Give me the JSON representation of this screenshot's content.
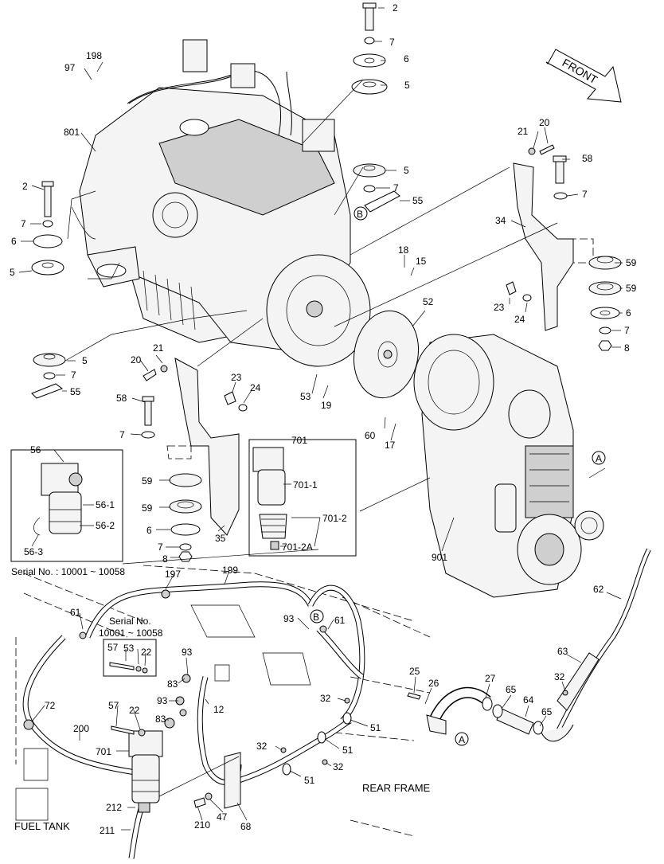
{
  "direction_label": "FRONT",
  "engine_callouts": {
    "c2_top": "2",
    "c7_top": "7",
    "c6_top": "6",
    "c5_top": "5",
    "c198": "198",
    "c97": "97",
    "c801": "801",
    "c2_left": "2",
    "c7_left": "7",
    "c6_left": "6",
    "c5_left": "5",
    "c5_right": "5",
    "c7_right": "7",
    "c55_right": "55",
    "c5_bottom": "5",
    "c7_bottom": "7",
    "c55_bottom": "55",
    "c18": "18",
    "c15": "15",
    "c52": "52",
    "c53": "53",
    "c19": "19",
    "c60": "60",
    "c17": "17",
    "c901": "901"
  },
  "bracket_right": {
    "c20": "20",
    "c21": "21",
    "c58": "58",
    "c7a": "7",
    "c34": "34",
    "c59a": "59",
    "c59b": "59",
    "c6": "6",
    "c7b": "7",
    "c8": "8",
    "c23": "23",
    "c24": "24"
  },
  "bracket_left": {
    "c20": "20",
    "c21": "21",
    "c58": "58",
    "c7a": "7",
    "c23": "23",
    "c24": "24",
    "c59a": "59",
    "c59b": "59",
    "c6": "6",
    "c7b": "7",
    "c8": "8",
    "c35": "35"
  },
  "inset_filter": {
    "c56": "56",
    "c56_1": "56-1",
    "c56_2": "56-2",
    "c56_3": "56-3",
    "serial": "Serial No. : 10001 ~ 10058"
  },
  "inset_701": {
    "c701": "701",
    "c701_1": "701-1",
    "c701_2": "701-2",
    "c701_2A": "701-2A"
  },
  "fuel_lines": {
    "c197": "197",
    "c199": "199",
    "c61a": "61",
    "c93a": "93",
    "c61b": "61",
    "serial": "Serial No.",
    "serial_range": "10001 ~ 10058",
    "c57a": "57",
    "c53": "53",
    "c22a": "22",
    "c93b": "93",
    "c83a": "83",
    "c93c": "93",
    "c83b": "83",
    "c12": "12",
    "c72": "72",
    "c200": "200",
    "c57b": "57",
    "c22b": "22",
    "c701": "701",
    "c212": "212",
    "c211": "211",
    "c210": "210",
    "c47": "47",
    "c68": "68",
    "c32a": "32",
    "c32b": "32",
    "c32c": "32",
    "c51a": "51",
    "c51b": "51",
    "c51c": "51",
    "c25": "25",
    "c26": "26",
    "c27": "27",
    "c65a": "65",
    "c64": "64",
    "c65b": "65",
    "c32d": "32",
    "c63": "63",
    "c62": "62"
  },
  "markers": {
    "B1": "B",
    "B2": "B",
    "A1": "A",
    "A2": "A"
  },
  "labels": {
    "fuel_tank": "FUEL TANK",
    "rear_frame": "REAR FRAME"
  }
}
